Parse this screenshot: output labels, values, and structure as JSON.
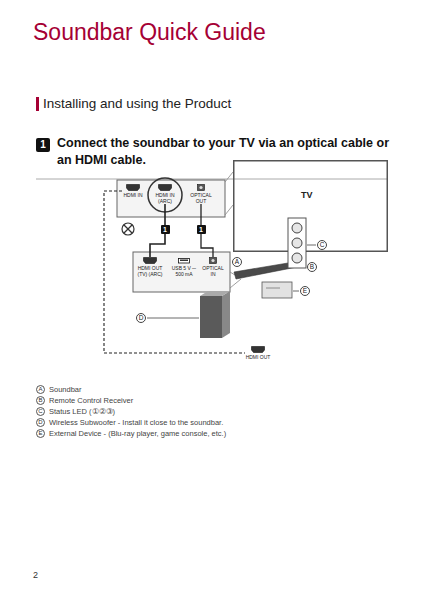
{
  "diagram": {
    "title": "Soundbar Quick Guide",
    "nodes": [
      {
        "text": [
          "TV"
        ]
      },
      {
        "text": [
          "HDMI IN"
        ]
      },
      {
        "text": [
          "HDMI IN (ARC)"
        ]
      },
      {
        "text": [
          "OPTICAL OUT"
        ]
      },
      {
        "text": [
          "HDMI OUT (TV) (ARC)"
        ]
      },
      {
        "text": [
          "USB 5 V ⎓ 500 mA"
        ]
      },
      {
        "text": [
          "OPTICAL IN"
        ]
      },
      {
        "text": [
          "HDMI OUT"
        ]
      }
    ],
    "edges": [
      {
        "from": 2,
        "to": 4,
        "label": "1",
        "arrow": "none"
      },
      {
        "from": 3,
        "to": 6,
        "label": "1",
        "arrow": "none"
      },
      {
        "from": 1,
        "to": 7,
        "arrow": "none"
      }
    ],
    "labels": [
      "Installing and using the Product",
      "1",
      "Connect the soundbar to your TV via an optical cable or an HDMI cable.",
      "C",
      "A",
      "B",
      "E",
      "D",
      "A",
      "Soundbar",
      "B",
      "Remote Control Receiver",
      "C",
      "Status LED (①②③)",
      "D",
      "Wireless Subwoofer - Install it close to the soundbar.",
      "E",
      "External Device - (Blu-ray player, game console, etc.)",
      "2"
    ]
  }
}
